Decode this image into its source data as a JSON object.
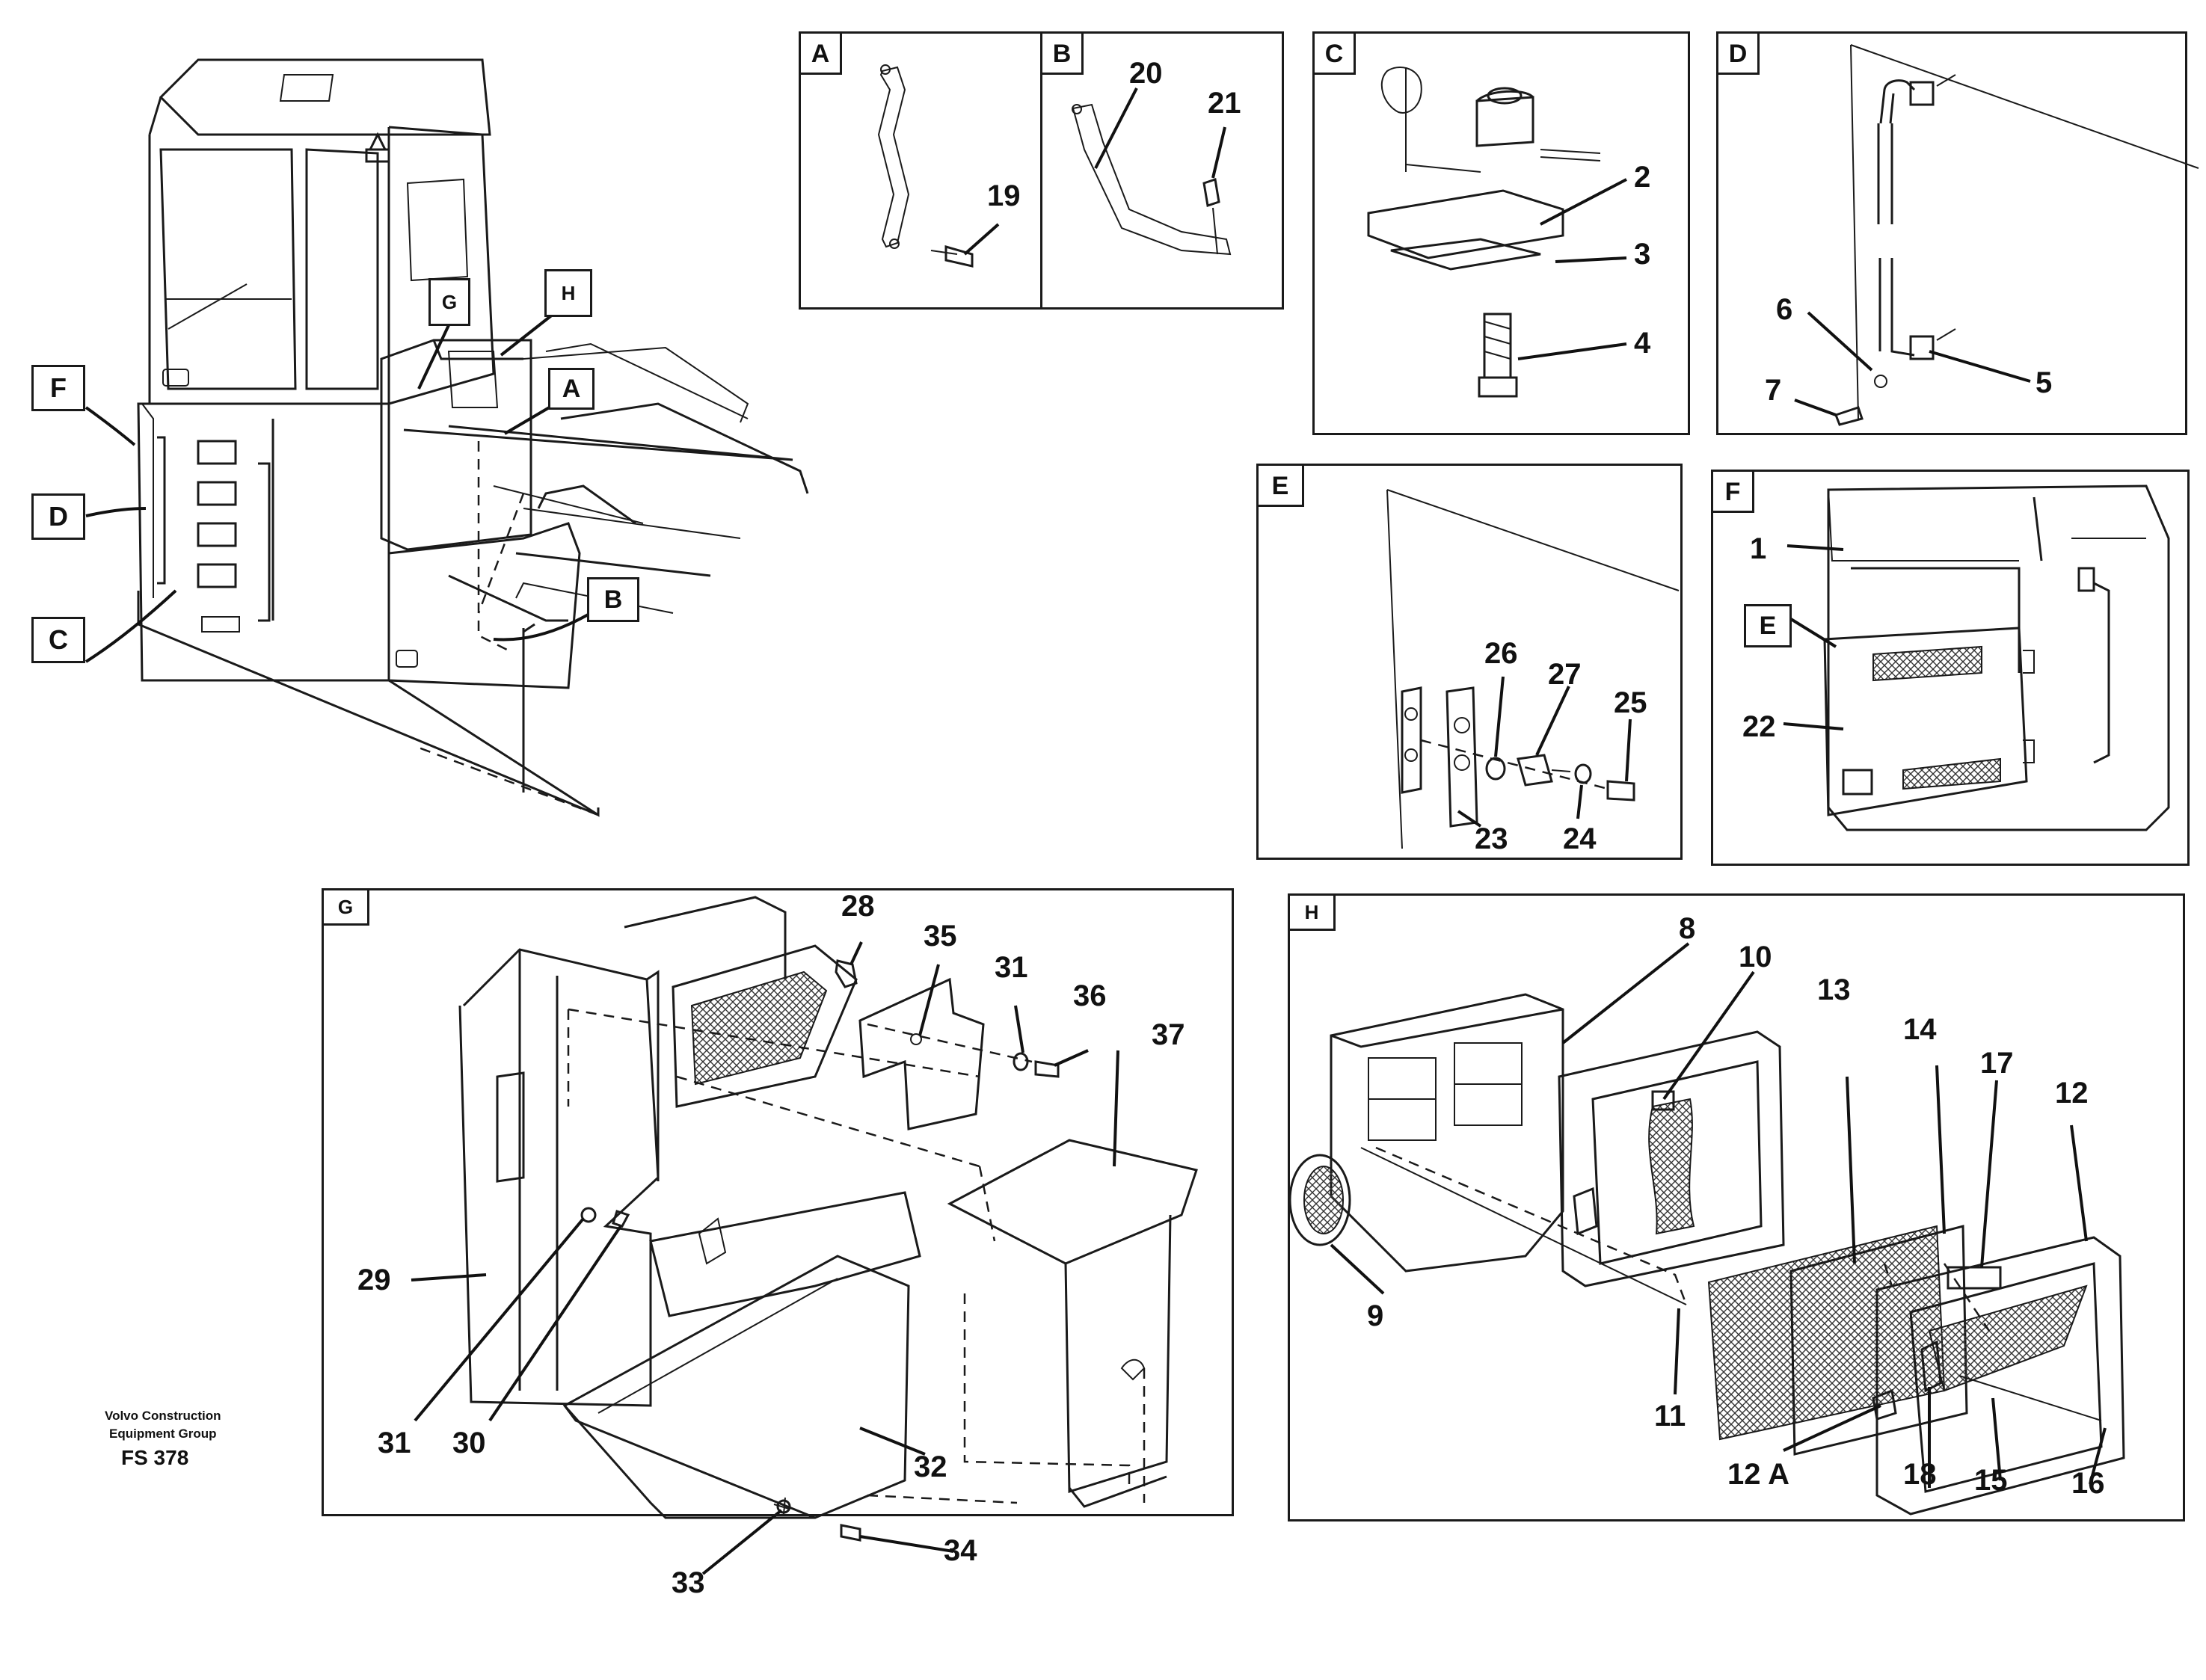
{
  "overview_callouts": {
    "F": "F",
    "D": "D",
    "C": "C",
    "G": "G",
    "H": "H",
    "A": "A",
    "B": "B"
  },
  "panels": {
    "A": {
      "tag": "A",
      "parts": [
        "19"
      ]
    },
    "B": {
      "tag": "B",
      "parts": [
        "20",
        "21"
      ]
    },
    "C": {
      "tag": "C",
      "parts": [
        "2",
        "3",
        "4"
      ]
    },
    "D": {
      "tag": "D",
      "parts": [
        "6",
        "7",
        "5"
      ]
    },
    "E": {
      "tag": "E",
      "parts": [
        "26",
        "27",
        "25",
        "23",
        "24"
      ]
    },
    "F": {
      "tag": "F",
      "parts": [
        "1",
        "E",
        "22"
      ]
    },
    "G": {
      "tag": "G",
      "parts": [
        "28",
        "35",
        "31",
        "36",
        "37",
        "29",
        "31",
        "30",
        "32",
        "33",
        "34"
      ]
    },
    "H": {
      "tag": "H",
      "parts": [
        "8",
        "10",
        "13",
        "14",
        "17",
        "12",
        "9",
        "11",
        "12 A",
        "18",
        "15",
        "16"
      ]
    }
  },
  "credit": {
    "line1": "Volvo Construction",
    "line2": "Equipment Group",
    "code": "FS 378"
  }
}
